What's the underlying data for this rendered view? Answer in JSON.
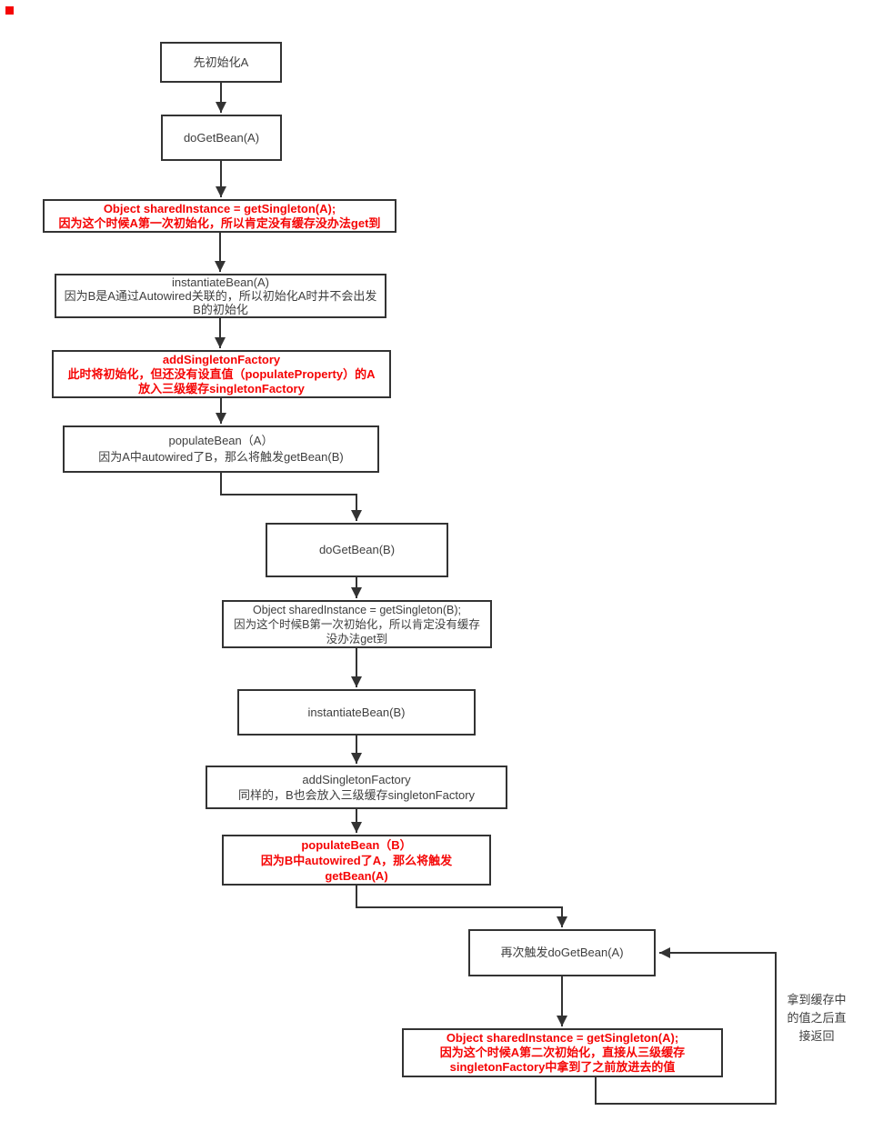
{
  "colors": {
    "background": "#ffffff",
    "box_border": "#333333",
    "box_text": "#3e3e3e",
    "emphasis_text": "#f50505",
    "arrow": "#333333",
    "corner_marker": "#f50505"
  },
  "diagram": {
    "nodes": {
      "n1": {
        "text": "先初始化A",
        "emphasis": false
      },
      "n2": {
        "text": "doGetBean(A)",
        "emphasis": false
      },
      "n3": {
        "text": "Object sharedInstance = getSingleton(A);\n因为这个时候A第一次初始化，所以肯定没有缓存没办法get到",
        "emphasis": true
      },
      "n4": {
        "text": "instantiateBean(A)\n因为B是A通过Autowired关联的，所以初始化A时井不会出发\nB的初始化",
        "emphasis": false
      },
      "n5": {
        "text": "addSingletonFactory\n此时将初始化，但还没有设直值（populateProperty）的A\n放入三级缓存singletonFactory",
        "emphasis": true
      },
      "n6": {
        "text": "populateBean（A）\n因为A中autowired了B，那么将触发getBean(B)",
        "emphasis": false
      },
      "n7": {
        "text": "doGetBean(B)",
        "emphasis": false
      },
      "n8": {
        "text": "Object sharedInstance = getSingleton(B);\n因为这个时候B第一次初始化，所以肯定没有缓存\n没办法get到",
        "emphasis": false
      },
      "n9": {
        "text": "instantiateBean(B)",
        "emphasis": false
      },
      "n10": {
        "text": "addSingletonFactory\n同样的，B也会放入三级缓存singletonFactory",
        "emphasis": false
      },
      "n11": {
        "text": "populateBean（B）\n因为B中autowired了A，那么将触发\ngetBean(A)",
        "emphasis": true
      },
      "n12": {
        "text": "再次触发doGetBean(A)",
        "emphasis": false
      },
      "n13": {
        "text": "Object sharedInstance = getSingleton(A);\n因为这个时候A第二次初始化，直接从三级缓存\nsingletonFactory中拿到了之前放进去的值",
        "emphasis": true
      }
    },
    "side_note": {
      "text": "拿到缓存中\n的值之后直\n接返回"
    }
  }
}
